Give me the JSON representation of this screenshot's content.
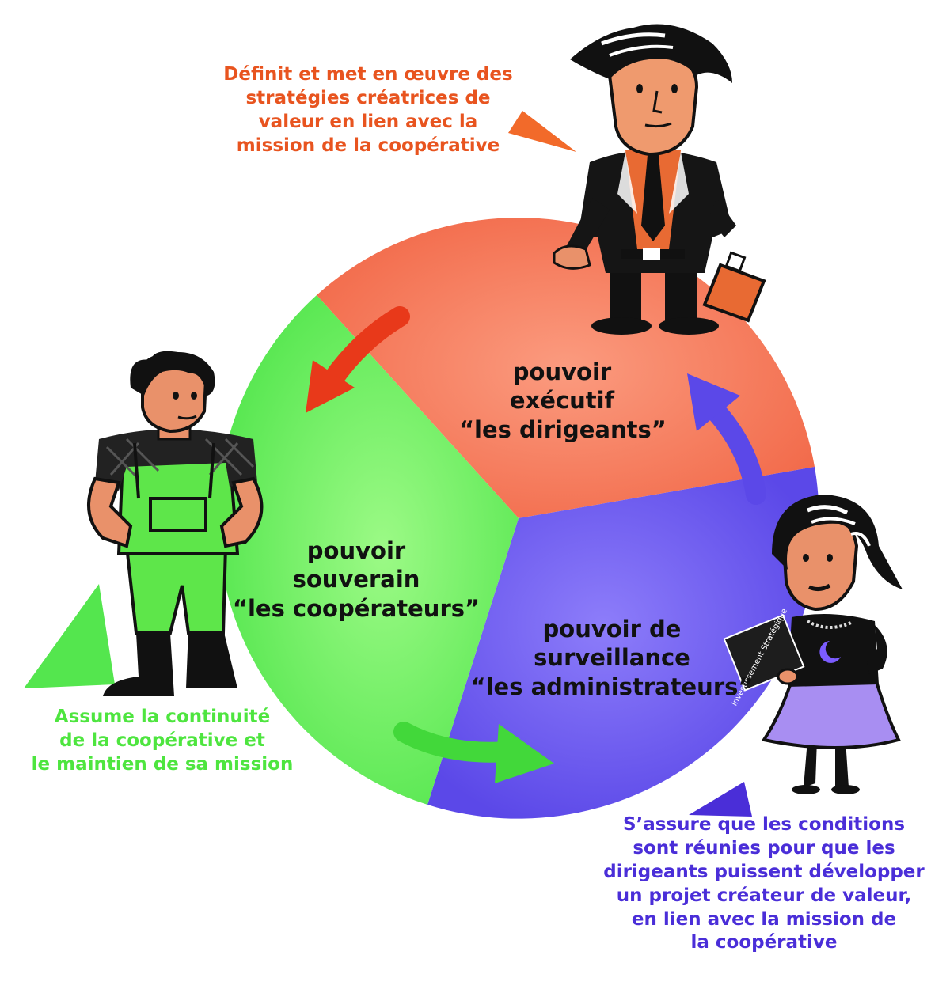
{
  "colors": {
    "executive": "#f26a4a",
    "sovereign": "#54e64e",
    "surveillance": "#5b48e8",
    "executive_text": "#e8541f",
    "sovereign_text": "#4ee53f",
    "surveillance_text": "#4a2ed8"
  },
  "sectors": {
    "executive": {
      "line1": "pouvoir",
      "line2": "exécutif",
      "line3": "“les dirigeants”"
    },
    "sovereign": {
      "line1": "pouvoir",
      "line2": "souverain",
      "line3": "“les coopérateurs”"
    },
    "surveillance": {
      "line1": "pouvoir de",
      "line2": "surveillance",
      "line3": "“les administrateurs”"
    }
  },
  "captions": {
    "executive": [
      "Définit et met en œuvre des",
      "stratégies créatrices de",
      "valeur en lien avec la",
      "mission de la coopérative"
    ],
    "sovereign": [
      "Assume la continuité",
      "de la coopérative et",
      "le maintien de sa mission"
    ],
    "surveillance": [
      "S’assure que les conditions",
      "sont réunies pour que les",
      "dirigeants puissent développer",
      "un projet créateur de valeur,",
      "en lien avec la mission de",
      "la coopérative"
    ]
  },
  "book": {
    "text": "Investissement Stratégique"
  },
  "icons": {
    "director": "businessman-figure-icon",
    "cooperator": "farmer-figure-icon",
    "administrator": "businesswoman-figure-icon"
  }
}
